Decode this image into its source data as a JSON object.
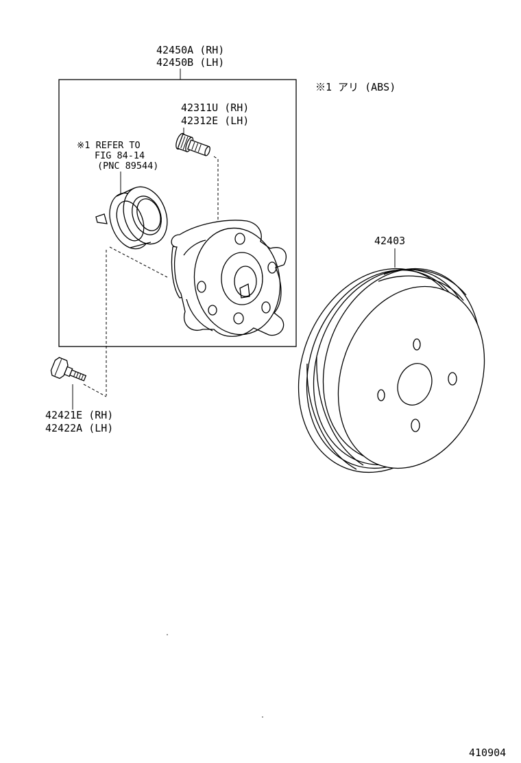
{
  "labels": {
    "hub_assembly": {
      "line1": "42450A (RH)",
      "line2": "42450B (LH)"
    },
    "abs_note": "※1 アリ (ABS)",
    "hub_bolt": {
      "line1": "42311U (RH)",
      "line2": "42312E (LH)"
    },
    "refer_note": {
      "line1": "※1 REFER TO",
      "line2": "FIG 84-14",
      "line3": "(PNC 89544)"
    },
    "brake_drum": "42403",
    "mount_bolt": {
      "line1": "42421E (RH)",
      "line2": "42422A (LH)"
    },
    "figure_number": "410904"
  },
  "icons": [
    "hub-bolt-icon",
    "sensor-ring-icon",
    "axle-hub-icon",
    "mount-bolt-icon",
    "brake-drum-icon"
  ],
  "colors": {
    "ink": "#000000",
    "paper": "#ffffff"
  }
}
